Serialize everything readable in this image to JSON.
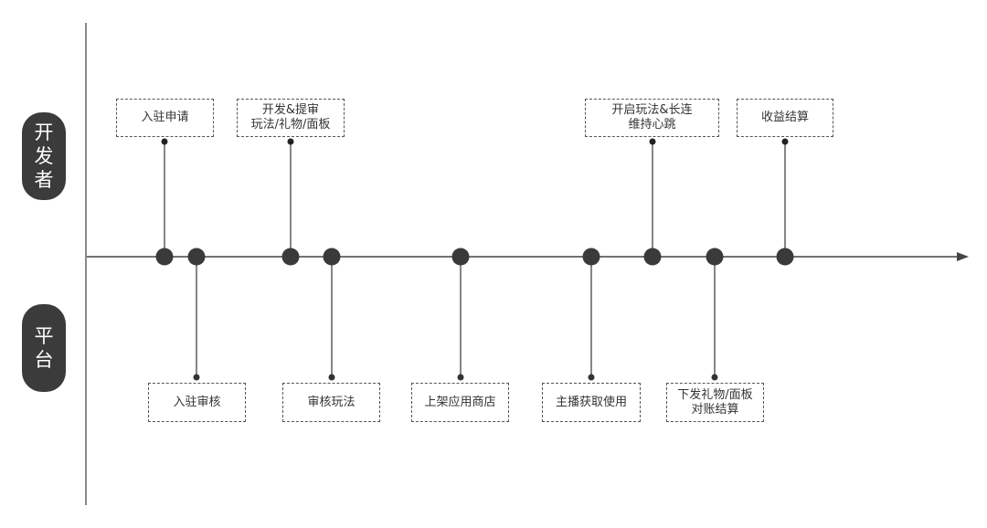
{
  "roles": {
    "developer": "开发者",
    "platform": "平台"
  },
  "developer_steps": [
    "入驻申请",
    "开发&提审\n玩法/礼物/面板",
    "开启玩法&长连\n维持心跳",
    "收益结算"
  ],
  "platform_steps": [
    "入驻审核",
    "审核玩法",
    "上架应用商店",
    "主播获取使用",
    "下发礼物/面板\n对账结算"
  ],
  "colors": {
    "line": "#444444",
    "node": "#3a3a3a",
    "pill": "#3b3b3b",
    "box_border": "#555555"
  }
}
